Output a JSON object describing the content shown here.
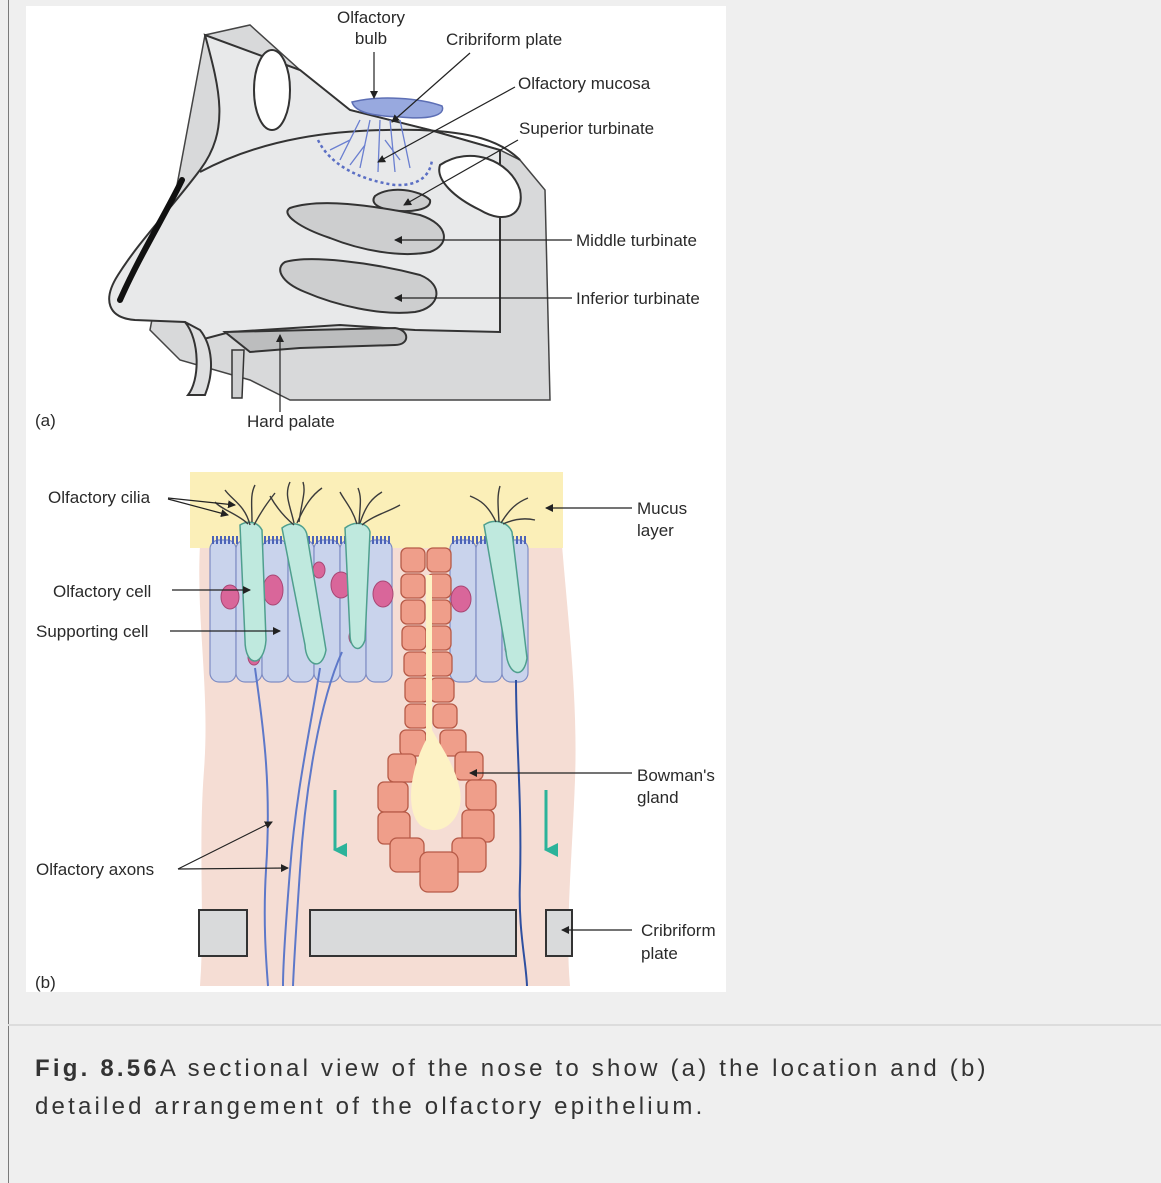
{
  "figure": {
    "panel_a": {
      "panel_label": "(a)",
      "labels": {
        "olfactory_bulb_line1": "Olfactory",
        "olfactory_bulb_line2": "bulb",
        "cribriform_plate": "Cribriform plate",
        "olfactory_mucosa": "Olfactory mucosa",
        "superior_turbinate": "Superior turbinate",
        "middle_turbinate": "Middle turbinate",
        "inferior_turbinate": "Inferior turbinate",
        "hard_palate": "Hard palate"
      }
    },
    "panel_b": {
      "panel_label": "(b)",
      "labels": {
        "olfactory_cilia": "Olfactory cilia",
        "olfactory_cell": "Olfactory cell",
        "supporting_cell": "Supporting cell",
        "olfactory_axons": "Olfactory axons",
        "mucus_layer_line1": "Mucus",
        "mucus_layer_line2": "layer",
        "bowmans_gland_line1": "Bowman's",
        "bowmans_gland_line2": "gland",
        "cribriform_plate_line1": "Cribriform",
        "cribriform_plate_line2": "plate"
      }
    },
    "colors": {
      "tissue": "#f5ddd4",
      "mucus": "#fbefb8",
      "supporting_cell": "#c9d3ec",
      "olfactory_cell": "#bfe9de",
      "nucleus": "#d9669a",
      "gland": "#ef9e8a",
      "bone": "#d9dadb",
      "nerve_blue": "#8ea3d6",
      "flow_arrow": "#2bb39a"
    }
  },
  "caption": {
    "fig_number": "Fig. 8.56",
    "text": "A sectional view of the nose to show (a) the location and (b) detailed arrangement of the olfactory epithelium."
  }
}
